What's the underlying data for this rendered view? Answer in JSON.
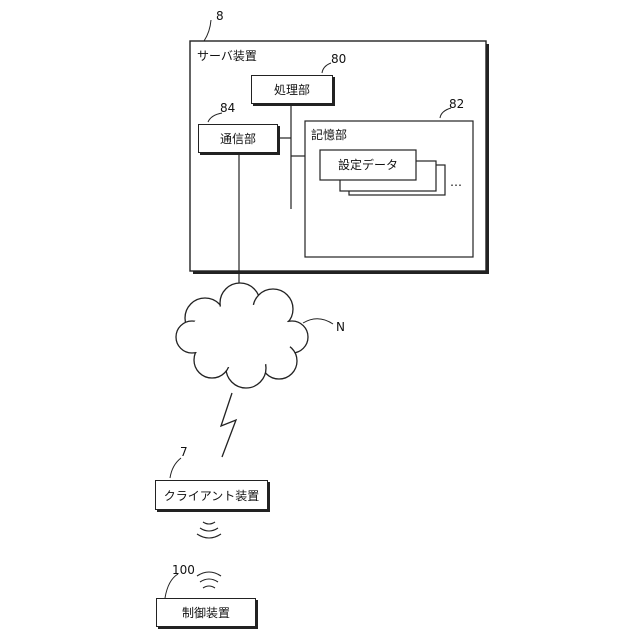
{
  "server": {
    "ref": "8",
    "label": "サーバ装置"
  },
  "processing": {
    "ref": "80",
    "label": "処理部"
  },
  "communication": {
    "ref": "84",
    "label": "通信部"
  },
  "storage": {
    "ref": "82",
    "label": "記憶部"
  },
  "settings": {
    "label": "設定データ",
    "more": "…"
  },
  "network": {
    "ref": "N"
  },
  "client": {
    "ref": "7",
    "label": "クライアント装置"
  },
  "controller": {
    "ref": "100",
    "label": "制御装置"
  }
}
